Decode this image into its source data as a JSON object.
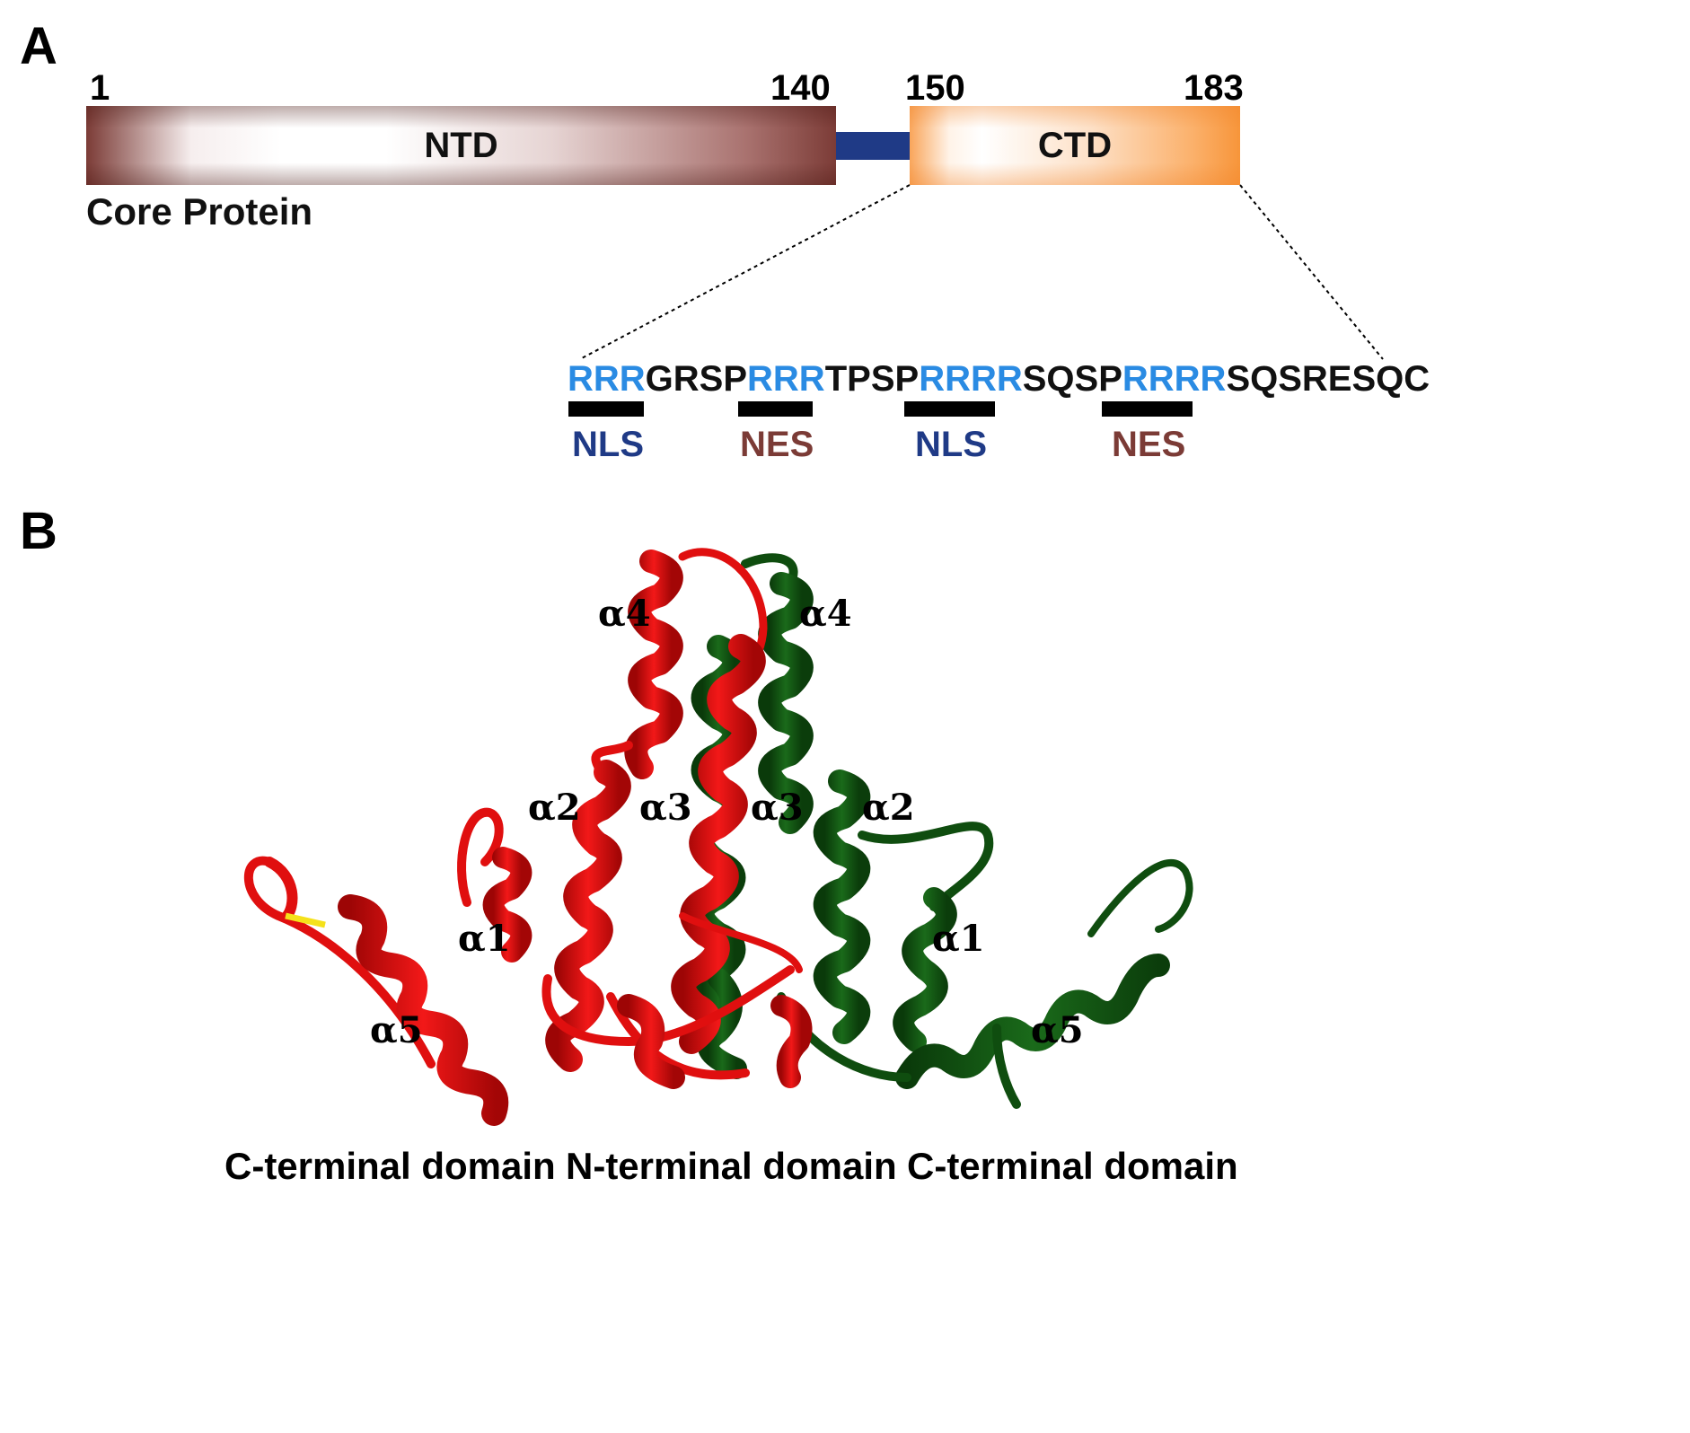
{
  "panel_a": {
    "label": "A",
    "positions": {
      "start": "1",
      "ntd_end": "140",
      "ctd_start": "150",
      "end": "183"
    },
    "ntd_label": "NTD",
    "ctd_label": "CTD",
    "caption": "Core Protein",
    "sequence": [
      {
        "text": "RRR",
        "kind": "arginine"
      },
      {
        "text": "GRSP",
        "kind": "other"
      },
      {
        "text": "RRR",
        "kind": "arginine"
      },
      {
        "text": "TPSP",
        "kind": "other"
      },
      {
        "text": "RRRR",
        "kind": "arginine"
      },
      {
        "text": "SQSP",
        "kind": "other"
      },
      {
        "text": "RRRR",
        "kind": "arginine"
      },
      {
        "text": "SQSRESQC",
        "kind": "other"
      }
    ],
    "signals": [
      {
        "label": "NLS",
        "color": "#1f3a86"
      },
      {
        "label": "NES",
        "color": "#7b3b36"
      },
      {
        "label": "NLS",
        "color": "#1f3a86"
      },
      {
        "label": "NES",
        "color": "#7b3b36"
      }
    ],
    "colors": {
      "ntd": "#7b3b36",
      "ctd": "#f7953a",
      "linker": "#1f3a86",
      "arginine": "#2a8be3"
    }
  },
  "panel_b": {
    "label": "B",
    "helix_labels": {
      "red_a4": "α4",
      "green_a4": "α4",
      "red_a2": "α2",
      "red_a3": "α3",
      "green_a3": "α3",
      "green_a2": "α2",
      "red_a1": "α1",
      "green_a1": "α1",
      "red_a5": "α5",
      "green_a5": "α5"
    },
    "domains": [
      "C-terminal domain",
      "N-terminal domain",
      "C-terminal domain"
    ],
    "colors": {
      "chain_a": "#e00f0f",
      "chain_b": "#0f4d0f",
      "disulfide": "#f5e11a"
    }
  }
}
